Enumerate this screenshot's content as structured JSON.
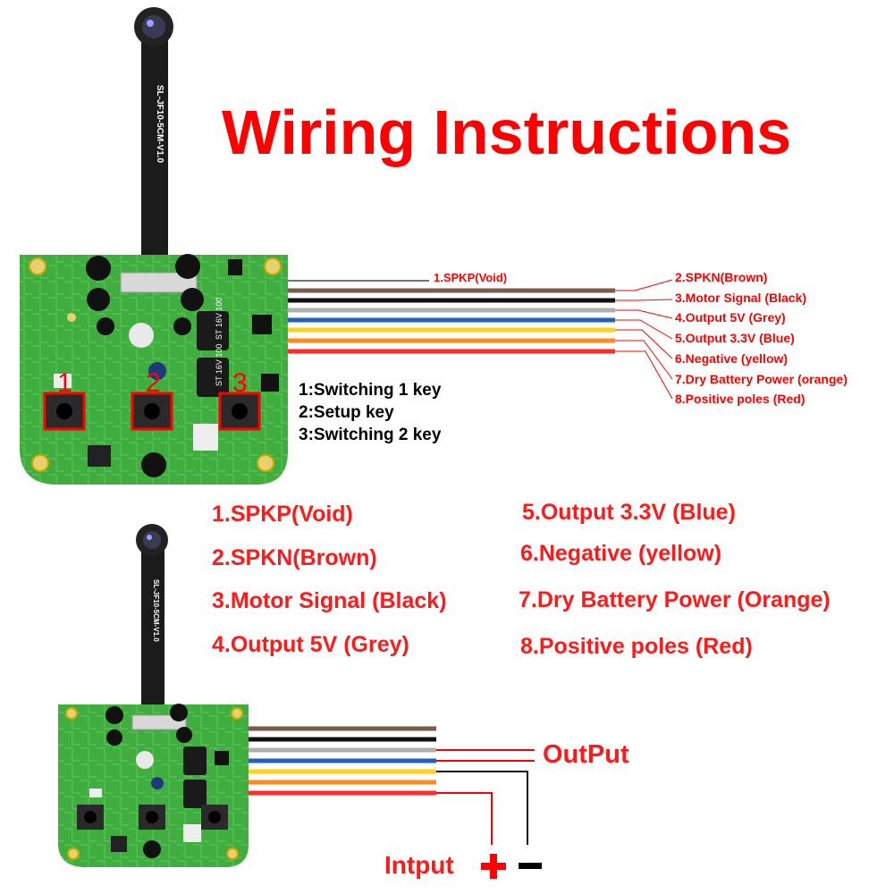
{
  "title": "Wiring Instructions",
  "board": {
    "silkscreen": "SL-JF10-5CM-V1.0",
    "cap_label": "ST 16V 100",
    "key_numbers": [
      "1",
      "2",
      "3"
    ],
    "key_descriptions": [
      "1:Switching 1 key",
      "2:Setup key",
      "3:Switching 2 key"
    ]
  },
  "wire_labels": [
    "1.SPKP(Void)",
    "2.SPKN(Brown)",
    "3.Motor Signal (Black)",
    "4.Output 5V (Grey)",
    "5.Output 3.3V (Blue)",
    "6.Negative (yellow)",
    "7.Dry Battery Power (orange)",
    "8.Positive poles (Red)"
  ],
  "legend_left": [
    "1.SPKP(Void)",
    "2.SPKN(Brown)",
    "3.Motor Signal (Black)",
    "4.Output 5V (Grey)"
  ],
  "legend_right": [
    "5.Output 3.3V (Blue)",
    "6.Negative (yellow)",
    "7.Dry Battery Power (Orange)",
    "8.Positive poles (Red)"
  ],
  "output_label": "OutPut",
  "input_label": "Intput",
  "colors": {
    "title": "#ff0000",
    "pcb": "#3fae3f",
    "wire_white": "#eeeeee",
    "wire_brown": "#7a5a4a",
    "wire_black": "#111111",
    "wire_grey": "#b0b0b0",
    "wire_blue": "#1e63b8",
    "wire_yellow": "#ffd21e",
    "wire_orange": "#ff8a1e",
    "wire_red": "#ff2a2a"
  }
}
